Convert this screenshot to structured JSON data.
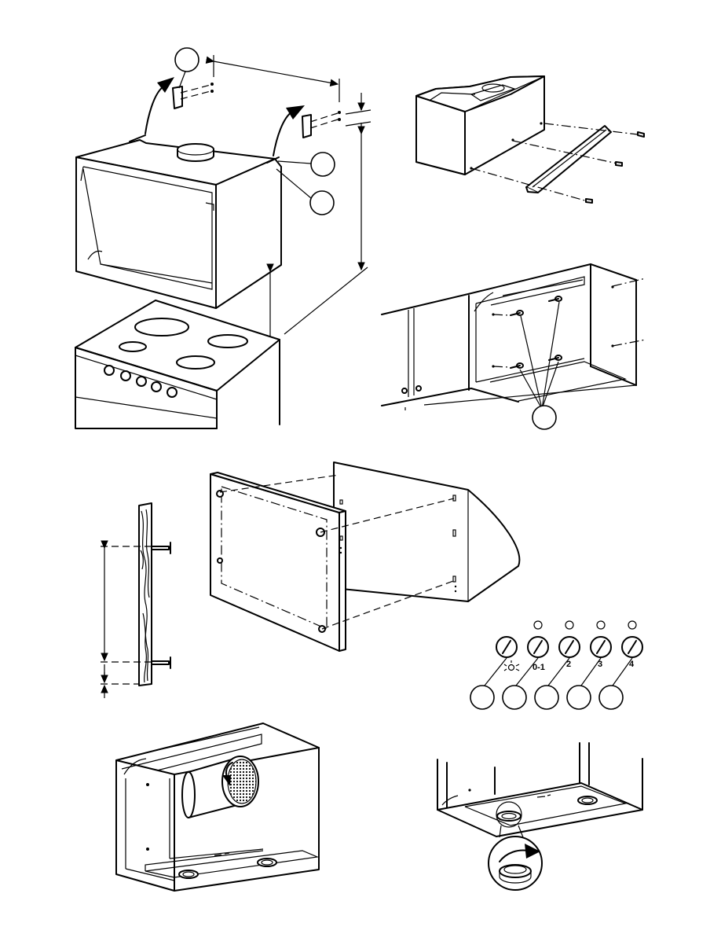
{
  "control_panel": {
    "knob_labels": [
      "0-1",
      "2",
      "3",
      "4"
    ]
  },
  "icons": {
    "light": "light-bulb-icon",
    "rotate": "rotate-arrow-icon"
  }
}
